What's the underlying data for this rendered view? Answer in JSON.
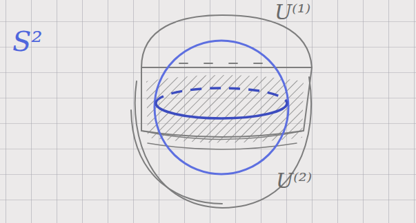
{
  "diagram": {
    "labels": [
      "S²",
      "U⁽¹⁾",
      "U⁽²⁾"
    ]
  }
}
